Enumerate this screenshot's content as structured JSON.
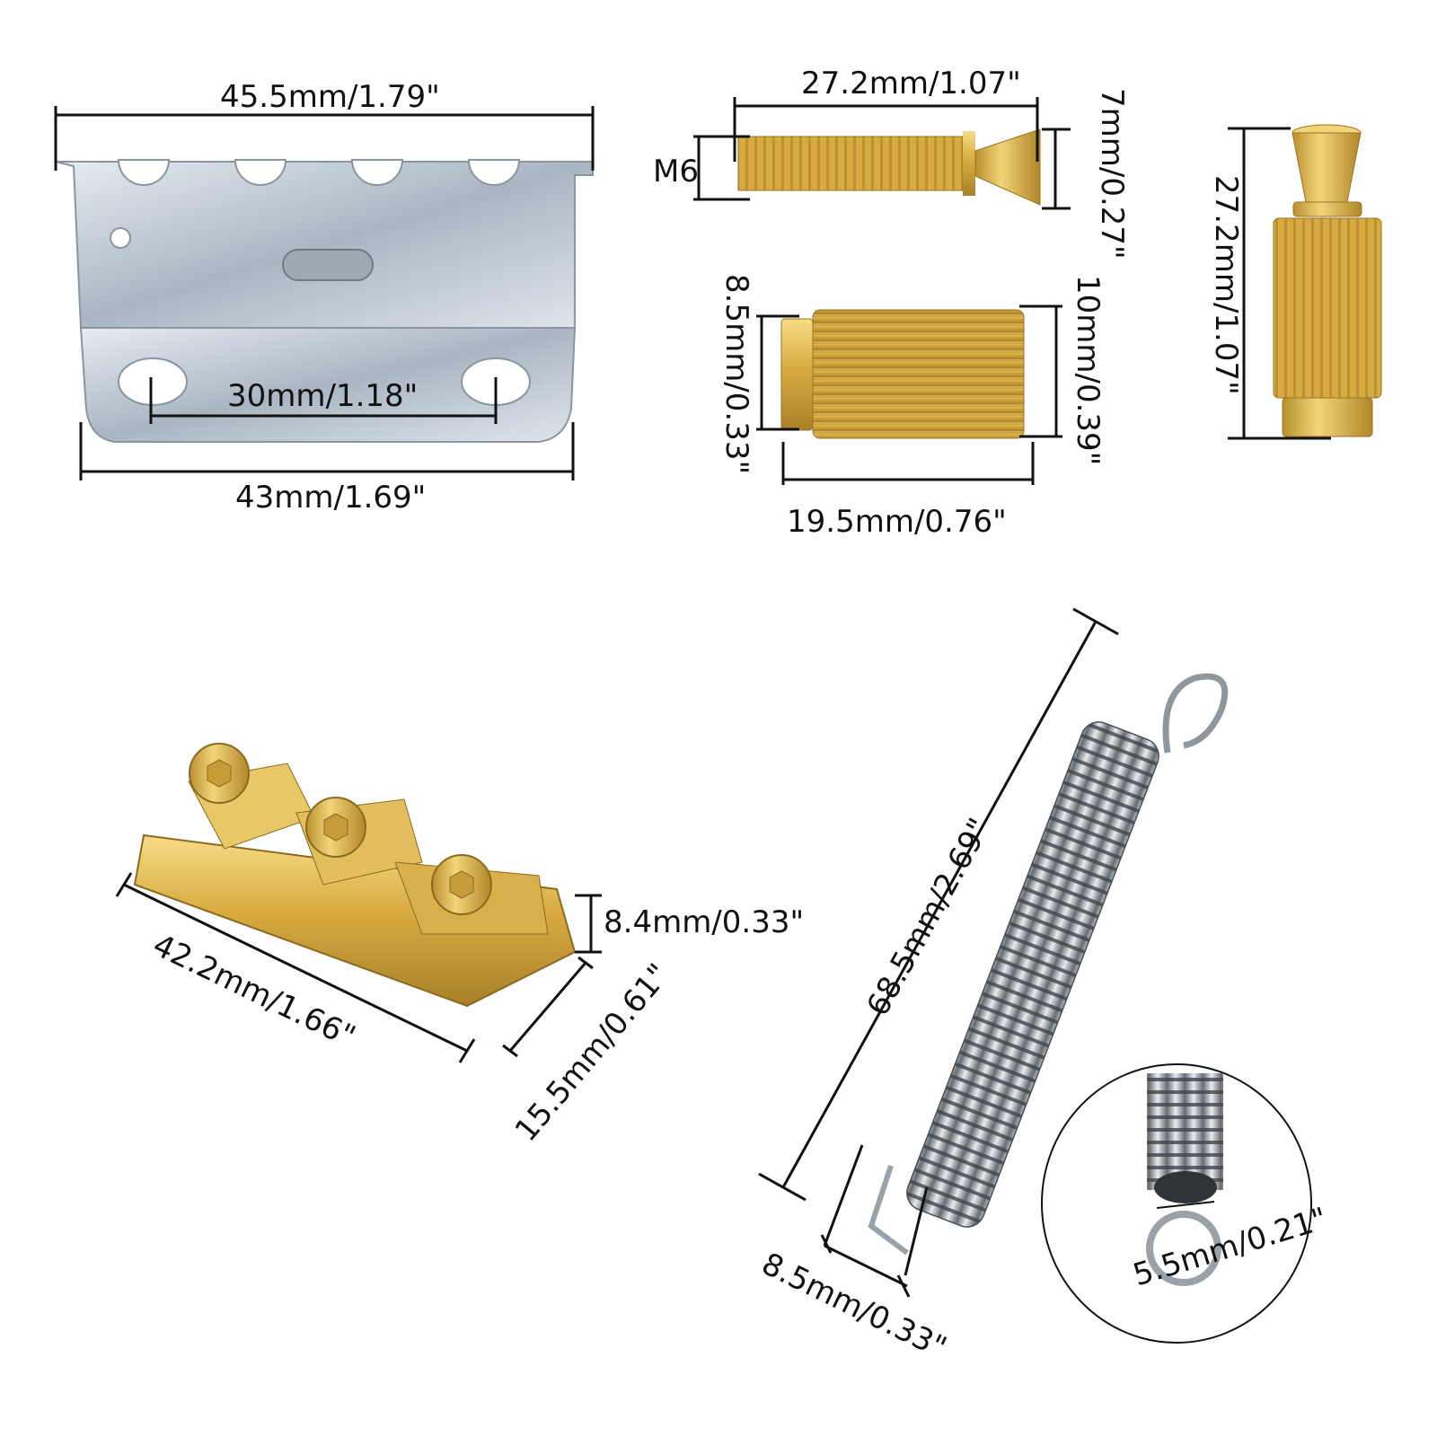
{
  "parts": {
    "claw": {
      "name": "tremolo-claw",
      "top_width": "45.5mm/1.79\"",
      "hole_spacing": "30mm/1.18\"",
      "bottom_width": "43mm/1.69\""
    },
    "screw": {
      "name": "string-lock-screw",
      "length": "27.2mm/1.07\"",
      "thread": "M6",
      "head_diameter": "7mm/0.27\""
    },
    "sleeve": {
      "name": "knurled-sleeve",
      "small_diameter": "8.5mm/0.33\"",
      "large_diameter": "10mm/0.39\"",
      "length": "19.5mm/0.76\""
    },
    "saddle_assembly": {
      "name": "assembled-saddle-lock",
      "height": "27.2mm/1.07\""
    },
    "nut": {
      "name": "locking-nut",
      "length": "42.2mm/1.66\"",
      "height": "8.4mm/0.33\"",
      "depth": "15.5mm/0.61\""
    },
    "spring": {
      "name": "tremolo-spring",
      "length": "68.5mm/2.69\"",
      "width": "8.5mm/0.33\"",
      "inner_diameter": "5.5mm/0.21\""
    }
  },
  "colors": {
    "gold": "#d9b14a",
    "gold_dark": "#a9802a",
    "silver": "#bcc6cf",
    "silver_dark": "#7d8894",
    "line": "#111111"
  }
}
